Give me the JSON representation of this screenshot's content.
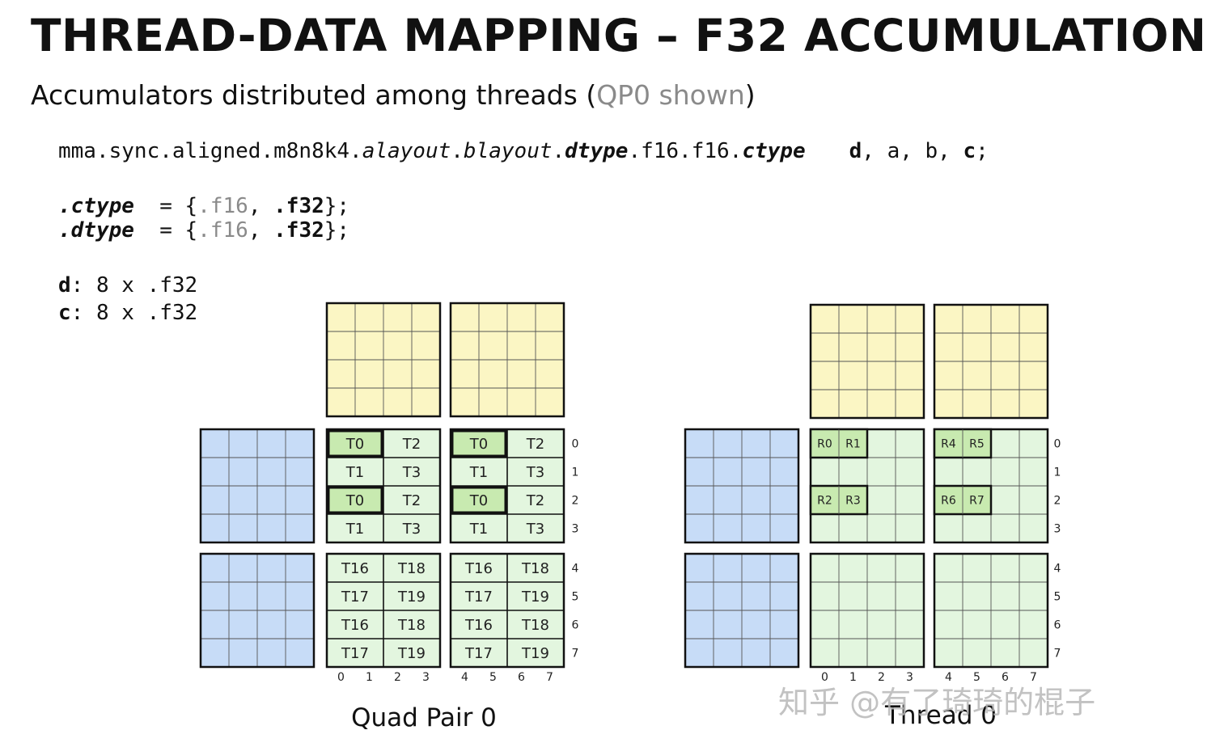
{
  "title": "THREAD-DATA MAPPING – F32 ACCUMULATION",
  "subtitle": {
    "main": "Accumulators distributed among threads (",
    "note": "QP0 shown",
    "close": ")"
  },
  "code": {
    "line1": {
      "mma": "mma.sync.aligned.m8n8k4.",
      "alayout": "alayout",
      "dot1": ".",
      "blayout": "blayout",
      "dot2": ".",
      "dtype": "dtype",
      "mid": ".f16.f16.",
      "ctype": "ctype",
      "args_d": "d",
      "args_rest": ", a, b, ",
      "args_c": "c",
      "semi": ";"
    },
    "ctype_line": {
      "name": ".ctype",
      "eq": "  = {",
      "opt1": ".f16",
      "sep": ", ",
      "opt2": ".f32",
      "end": "};"
    },
    "dtype_line": {
      "name": ".dtype",
      "eq": "  = {",
      "opt1": ".f16",
      "sep": ", ",
      "opt2": ".f32",
      "end": "};"
    },
    "d_line": {
      "name": "d",
      "rest": ": 8 x .f32"
    },
    "c_line": {
      "name": "c",
      "rest": ": 8 x .f32"
    }
  },
  "colors": {
    "yellow": "#fbf6c4",
    "blue": "#c7dcf7",
    "green": "#e3f6df",
    "highlight": "#c8eab0",
    "grid_line": "#555555",
    "border": "#111111"
  },
  "diagrams": [
    {
      "caption": "Quad Pair 0",
      "row_labels": [
        "0",
        "1",
        "2",
        "3",
        "4",
        "5",
        "6",
        "7"
      ],
      "col_labels": [
        "0",
        "1",
        "2",
        "3",
        "4",
        "5",
        "6",
        "7"
      ],
      "top_block": [
        [
          [
            "T0",
            "T2"
          ],
          [
            "T1",
            "T3"
          ],
          [
            "T0",
            "T2"
          ],
          [
            "T1",
            "T3"
          ]
        ],
        [
          [
            "T0",
            "T2"
          ],
          [
            "T1",
            "T3"
          ],
          [
            "T0",
            "T2"
          ],
          [
            "T1",
            "T3"
          ]
        ]
      ],
      "bottom_block": [
        [
          [
            "T16",
            "T18"
          ],
          [
            "T17",
            "T19"
          ],
          [
            "T16",
            "T18"
          ],
          [
            "T17",
            "T19"
          ]
        ],
        [
          [
            "T16",
            "T18"
          ],
          [
            "T17",
            "T19"
          ],
          [
            "T16",
            "T18"
          ],
          [
            "T17",
            "T19"
          ]
        ]
      ],
      "highlighted_rows": [
        0,
        2
      ]
    },
    {
      "caption": "Thread 0",
      "row_labels": [
        "0",
        "1",
        "2",
        "3",
        "4",
        "5",
        "6",
        "7"
      ],
      "col_labels": [
        "0",
        "1",
        "2",
        "3",
        "4",
        "5",
        "6",
        "7"
      ],
      "registers": [
        {
          "tile": 0,
          "row": 0,
          "labels": [
            "R0",
            "R1"
          ]
        },
        {
          "tile": 0,
          "row": 2,
          "labels": [
            "R2",
            "R3"
          ]
        },
        {
          "tile": 1,
          "row": 0,
          "labels": [
            "R4",
            "R5"
          ]
        },
        {
          "tile": 1,
          "row": 2,
          "labels": [
            "R6",
            "R7"
          ]
        }
      ]
    }
  ],
  "watermark": "知乎 @有了琦琦的棍子"
}
